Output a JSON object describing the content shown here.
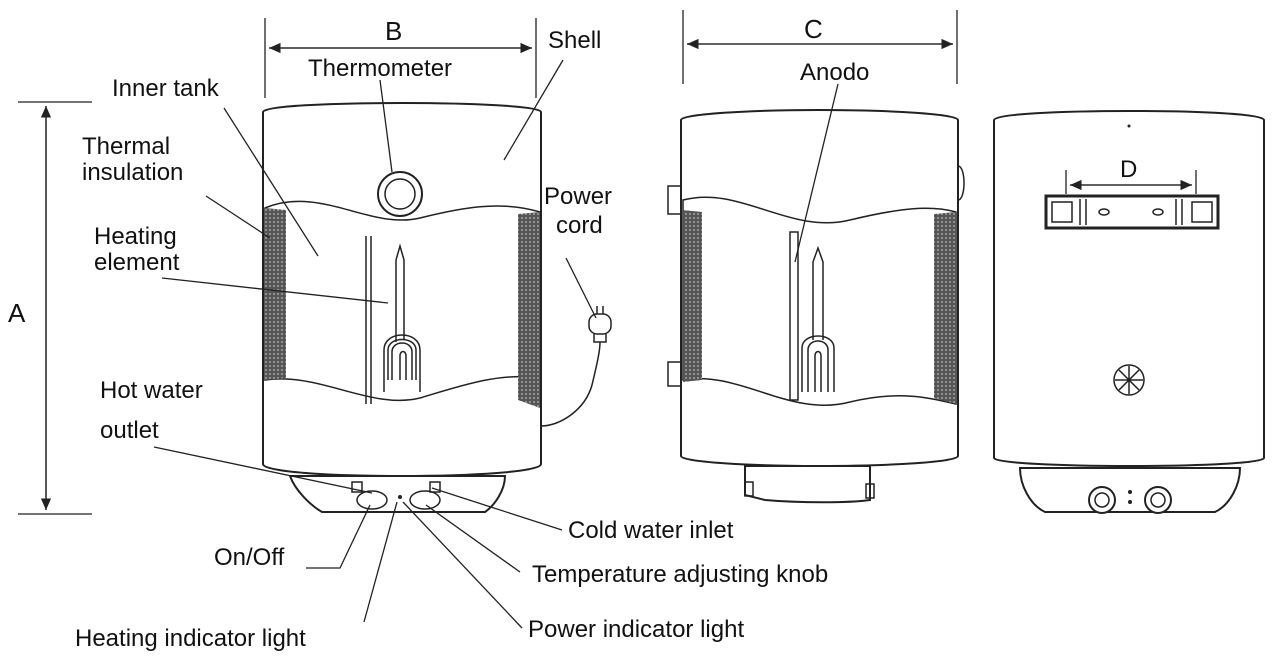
{
  "dimensions": {
    "a": "A",
    "b": "B",
    "c": "C",
    "d": "D"
  },
  "labels": {
    "shell": "Shell",
    "thermometer": "Thermometer",
    "inner_tank": "Inner tank",
    "thermal_insulation_1": "Thermal",
    "thermal_insulation_2": "insulation",
    "heating_element_1": "Heating",
    "heating_element_2": "element",
    "power_cord_1": "Power",
    "power_cord_2": "cord",
    "hot_water_outlet_1": "Hot water",
    "hot_water_outlet_2": "outlet",
    "cold_water_inlet": "Cold water inlet",
    "on_off": "On/Off",
    "temperature_knob": "Temperature adjusting knob",
    "heating_indicator": "Heating indicator light",
    "power_indicator": "Power indicator light",
    "anodo": "Anodo"
  },
  "colors": {
    "stroke": "#222222",
    "insulation": "#444444",
    "background": "#ffffff"
  }
}
